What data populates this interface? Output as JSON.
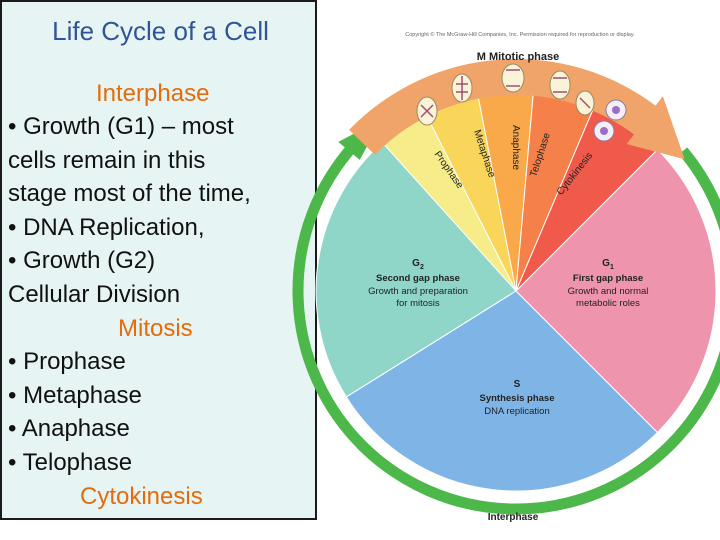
{
  "left": {
    "title": "Life Cycle of a Cell",
    "interphase_heading": "Interphase",
    "line1": "• Growth (G1) – most",
    "line2": "cells remain in this",
    "line3": "stage most of the time,",
    "line4": "• DNA Replication,",
    "line5": "• Growth (G2)",
    "line6": "Cellular Division",
    "mitosis_heading": "Mitosis",
    "line8": "• Prophase",
    "line9": "• Metaphase",
    "line10": "• Anaphase",
    "line11": "• Telophase",
    "cytokinesis_heading": "Cytokinesis"
  },
  "diagram": {
    "copyright": "Copyright © The McGraw-Hill Companies, Inc. Permission required for reproduction or display.",
    "m_phase": "M Mitotic phase",
    "prophase": "Prophase",
    "metaphase": "Metaphase",
    "anaphase": "Anaphase",
    "telophase": "Telophase",
    "cytokinesis": "Cytokinesis",
    "g2_symbol": "G",
    "g2_sub": "2",
    "g2_name": "Second gap phase",
    "g2_desc1": "Growth and preparation",
    "g2_desc2": "for mitosis",
    "g1_symbol": "G",
    "g1_sub": "1",
    "g1_name": "First gap phase",
    "g1_desc1": "Growth and normal",
    "g1_desc2": "metabolic roles",
    "s_symbol": "S",
    "s_name": "Synthesis phase",
    "s_desc": "DNA replication",
    "interphase": "Interphase",
    "colors": {
      "g2": "#8fd6c9",
      "g1": "#ef94ad",
      "s": "#7fb5e6",
      "prophase": "#f7ec8a",
      "metaphase": "#f9d65a",
      "anaphase": "#f9a94a",
      "telophase": "#f5804a",
      "cytokinesis": "#f05a4a",
      "arrow_green": "#4db84a",
      "arrow_orange": "#f0a46a"
    }
  }
}
